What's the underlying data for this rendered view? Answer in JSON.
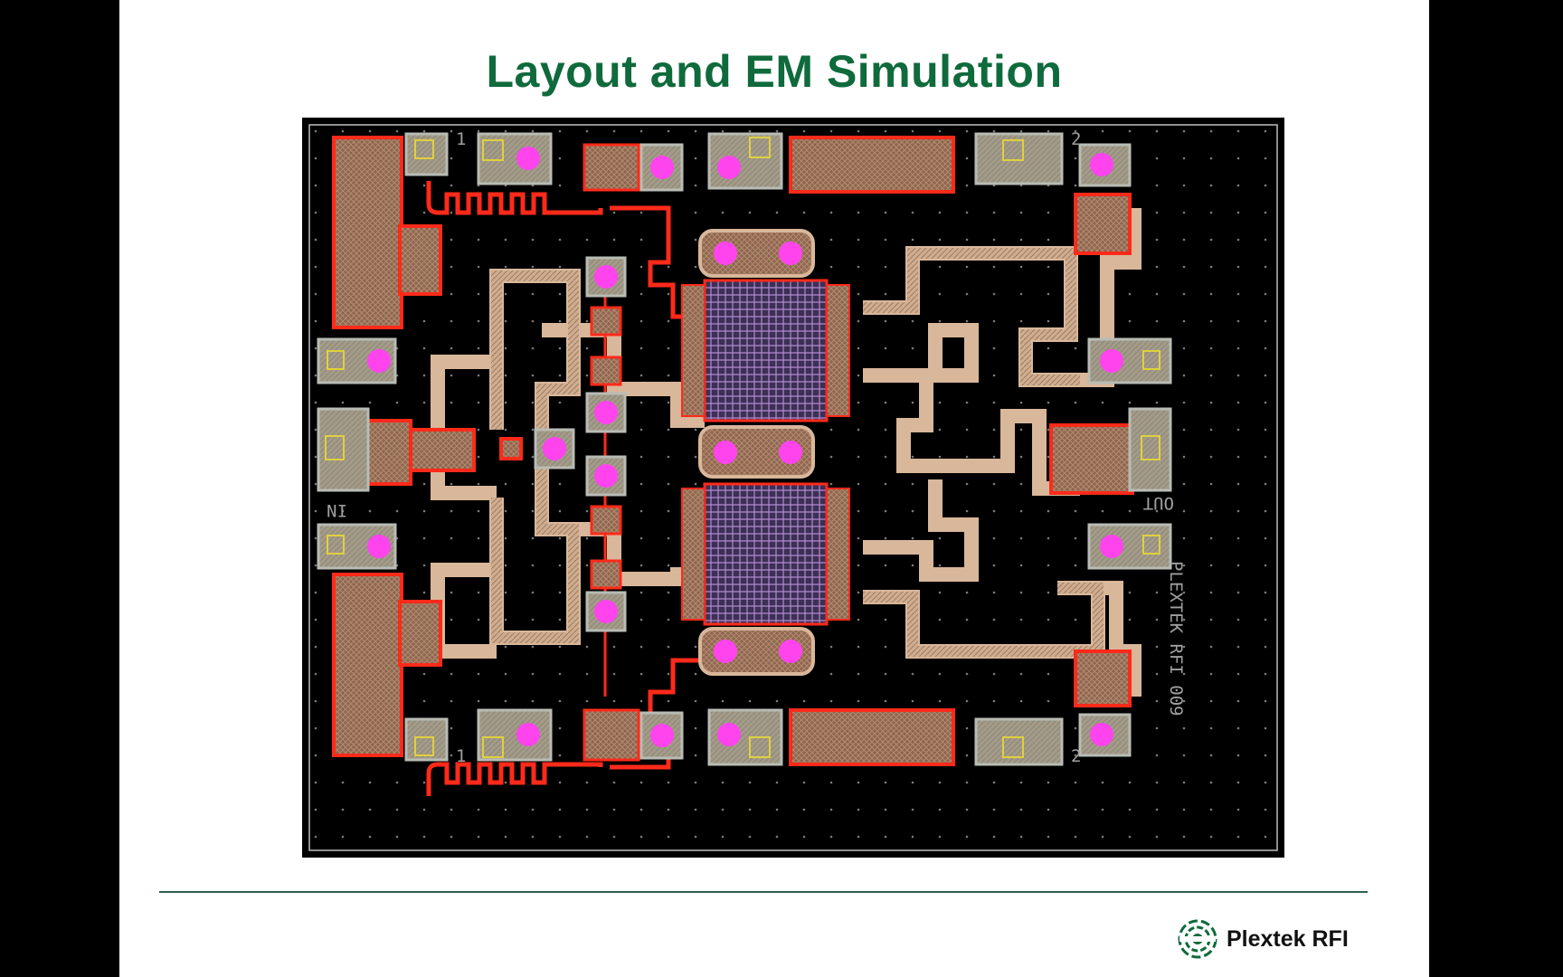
{
  "slide": {
    "title": "Layout and EM Simulation"
  },
  "layout": {
    "labels": {
      "input": "IN",
      "output": "OUT",
      "watermark": "PLEXTEK RFI 009",
      "pad1_top": "1",
      "pad2_top": "2",
      "pad1_bottom": "1",
      "pad2_bottom": "2"
    },
    "colors": {
      "background": "#000000",
      "metal_fill": "#8c6650",
      "metal_edge": "#ff2a1a",
      "trace": "#d9b79a",
      "via": "#ff44ee",
      "transistor": "#a07fb8",
      "pad_frame": "#b8bcb4",
      "grid_dot": "#7a7a7a"
    }
  },
  "footer": {
    "brand": "Plextek RFI",
    "logo_icon": "plextek-logo-icon"
  }
}
